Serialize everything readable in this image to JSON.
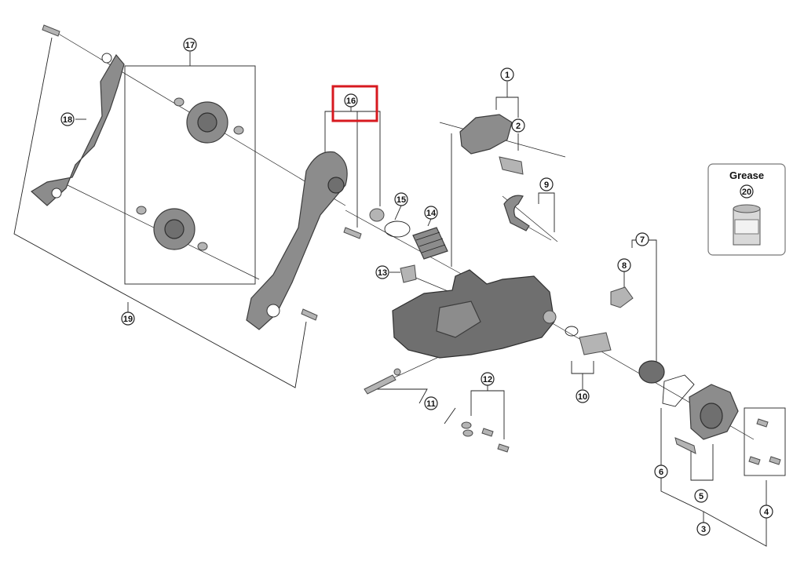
{
  "diagram": {
    "callouts": {
      "c1": "1",
      "c2": "2",
      "c3": "3",
      "c4": "4",
      "c5": "5",
      "c6": "6",
      "c7": "7",
      "c8": "8",
      "c9": "9",
      "c10": "10",
      "c11": "11",
      "c12": "12",
      "c13": "13",
      "c14": "14",
      "c15": "15",
      "c16": "16",
      "c17": "17",
      "c18": "18",
      "c19": "19",
      "c20": "20"
    },
    "grease_box": {
      "title": "Grease"
    },
    "highlighted_callout": "16",
    "colors": {
      "part": "#8c8c8c",
      "outline": "#3c3c3c",
      "highlight": "#d7191f"
    }
  }
}
